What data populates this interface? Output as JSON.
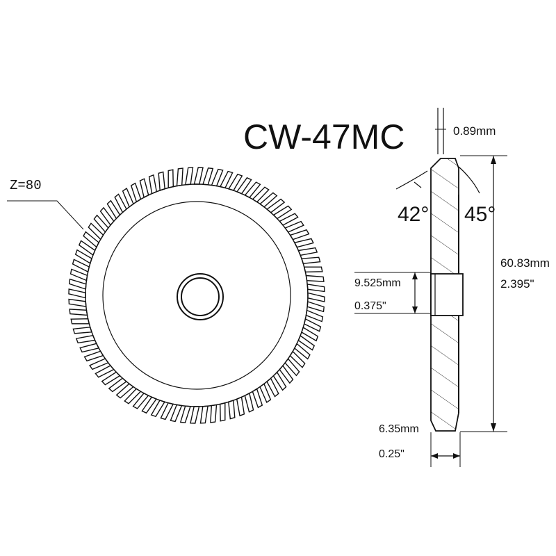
{
  "title": "CW-47MC",
  "teeth_label": "Z=80",
  "teeth_count": 80,
  "dimensions": {
    "thickness_top": "0.89mm",
    "angle_left": "42°",
    "angle_right": "45°",
    "diameter_mm": "60.83mm",
    "diameter_in": "2.395\"",
    "bore_mm": "9.525mm",
    "bore_in": "0.375\"",
    "width_mm": "6.35mm",
    "width_in": "0.25\""
  }
}
